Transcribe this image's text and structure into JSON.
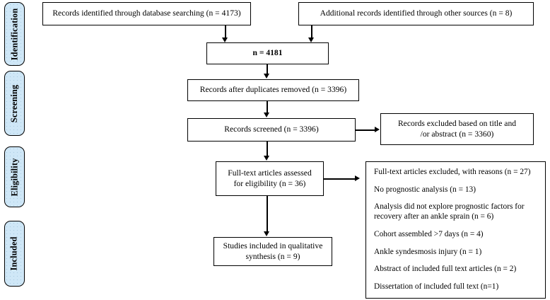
{
  "diagram": {
    "type": "prisma-flow-diagram",
    "stages": [
      {
        "id": "identification",
        "label": "Identification"
      },
      {
        "id": "screening",
        "label": "Screening"
      },
      {
        "id": "eligibility",
        "label": "Eligibility"
      },
      {
        "id": "included",
        "label": "Included"
      }
    ],
    "boxes": {
      "database_search": "Records identified through database searching (n = 4173)",
      "other_sources": "Additional records identified through other sources (n = 8)",
      "total": "n = 4181",
      "after_duplicates": "Records after duplicates removed (n = 3396)",
      "screened": "Records screened (n = 3396)",
      "excluded_title_abstract_line1": "Records excluded based on title and",
      "excluded_title_abstract_line2": "/or abstract (n = 3360)",
      "fulltext_assessed_line1": "Full-text articles assessed",
      "fulltext_assessed_line2": "for eligibility (n = 36)",
      "studies_included_line1": "Studies included in qualitative",
      "studies_included_line2": "synthesis (n = 9)"
    },
    "exclusion_reasons": [
      "Full-text articles excluded, with reasons (n = 27)",
      "No prognostic analysis (n = 13)",
      "Analysis did not explore prognostic factors for recovery after an ankle sprain (n = 6)",
      "Cohort assembled >7 days (n = 4)",
      "Ankle syndesmosis injury (n = 1)",
      "Abstract of included full text articles (n = 2)",
      "Dissertation of included full text (n=1)"
    ],
    "colors": {
      "stage_fill": "#cfe7f7",
      "stage_border": "#000000",
      "box_border": "#000000",
      "background": "#ffffff"
    }
  }
}
